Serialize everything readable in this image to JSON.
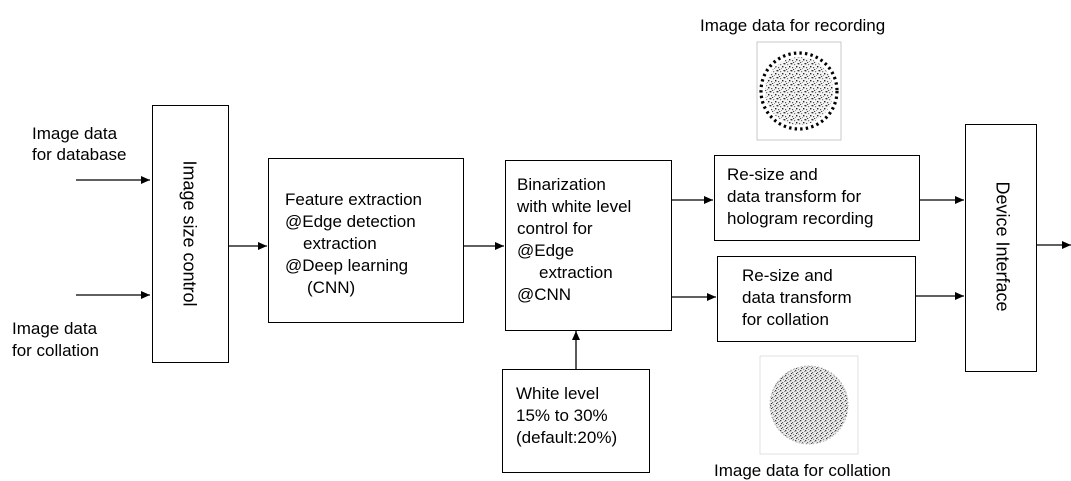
{
  "inputs": {
    "database_line1": "Image data",
    "database_line2": "for database",
    "collation_line1": "Image data",
    "collation_line2": "for collation"
  },
  "image_size_control": {
    "label": "Image size control"
  },
  "feature_extraction": {
    "line1": "Feature extraction",
    "line2": "@Edge detection",
    "line3": "extraction",
    "line4": "@Deep learning",
    "line5": "(CNN)"
  },
  "binarization": {
    "line1": "Binarization",
    "line2": "with white level",
    "line3": "control for",
    "line4": "@Edge",
    "line5": "extraction",
    "line6": "@CNN"
  },
  "white_level": {
    "line1": "White level",
    "line2": "15% to 30%",
    "line3": "(default:20%)"
  },
  "recording_transform": {
    "line1": "Re-size and",
    "line2": "data transform for",
    "line3": "hologram recording"
  },
  "collation_transform": {
    "line1": "Re-size and",
    "line2": "data transform",
    "line3": "for collation"
  },
  "device_interface": {
    "label": "Device Interface"
  },
  "image_labels": {
    "recording": "Image data for recording",
    "collation": "Image data for collation"
  },
  "colors": {
    "stroke": "#000000",
    "background": "#ffffff"
  }
}
